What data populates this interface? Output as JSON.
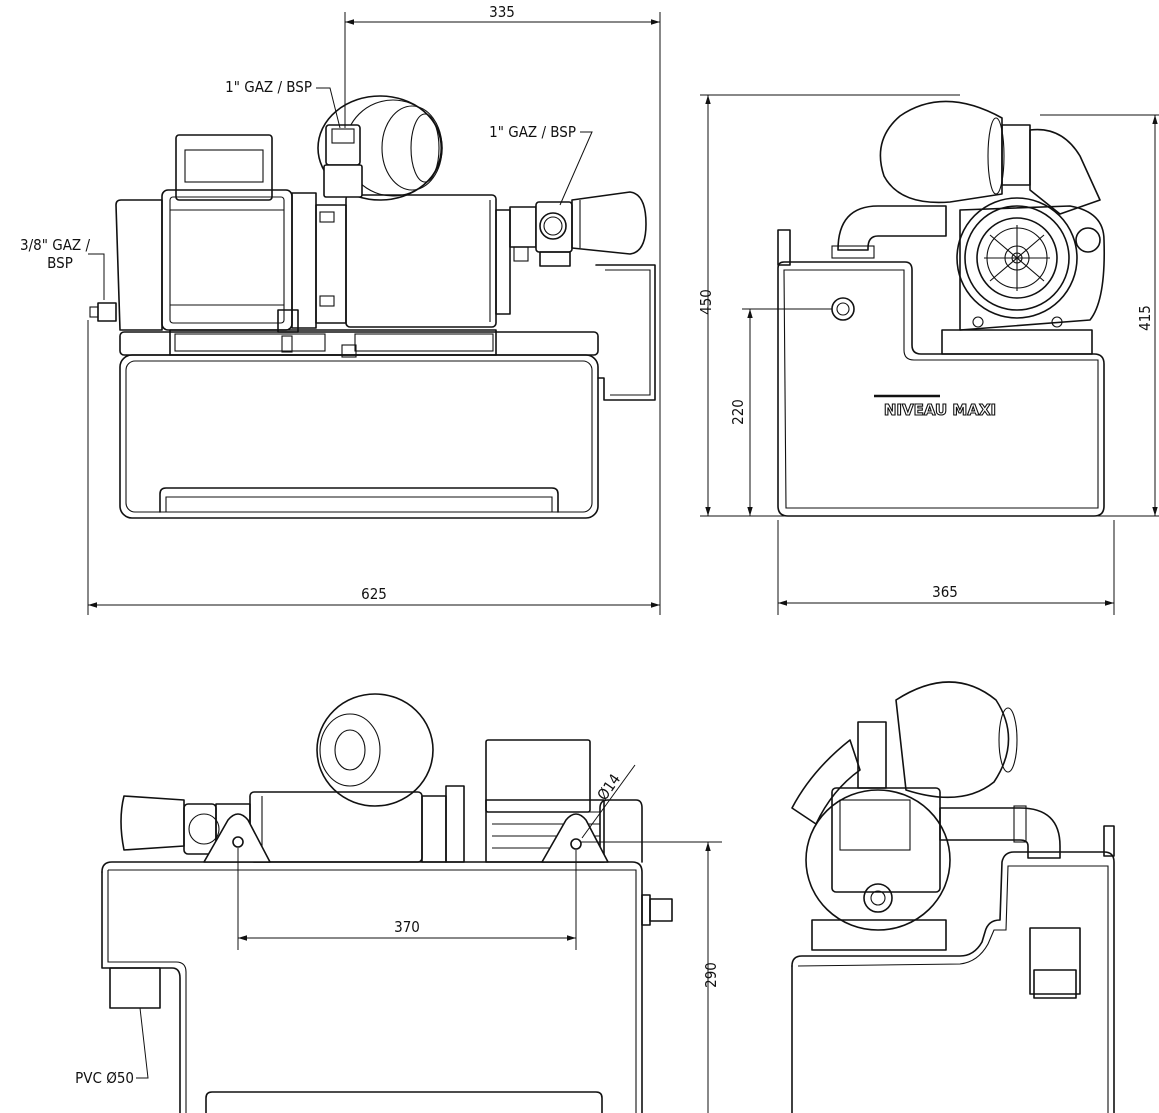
{
  "dimensions": {
    "top_width": "335",
    "overall_length": "625",
    "height_side": "450",
    "inlet_height": "220",
    "height_right": "415",
    "depth": "365",
    "mount_spacing": "370",
    "base_height": "290",
    "hole_diameter": "Ø14"
  },
  "callouts": {
    "outlet_connection": "1\" GAZ / BSP",
    "inlet_connection": "1\" GAZ / BSP",
    "drain_line1": "3/8\" GAZ /",
    "drain_line2": "BSP",
    "pvc_pipe": "PVC Ø50"
  },
  "tank_label": "NIVEAU MAXI"
}
